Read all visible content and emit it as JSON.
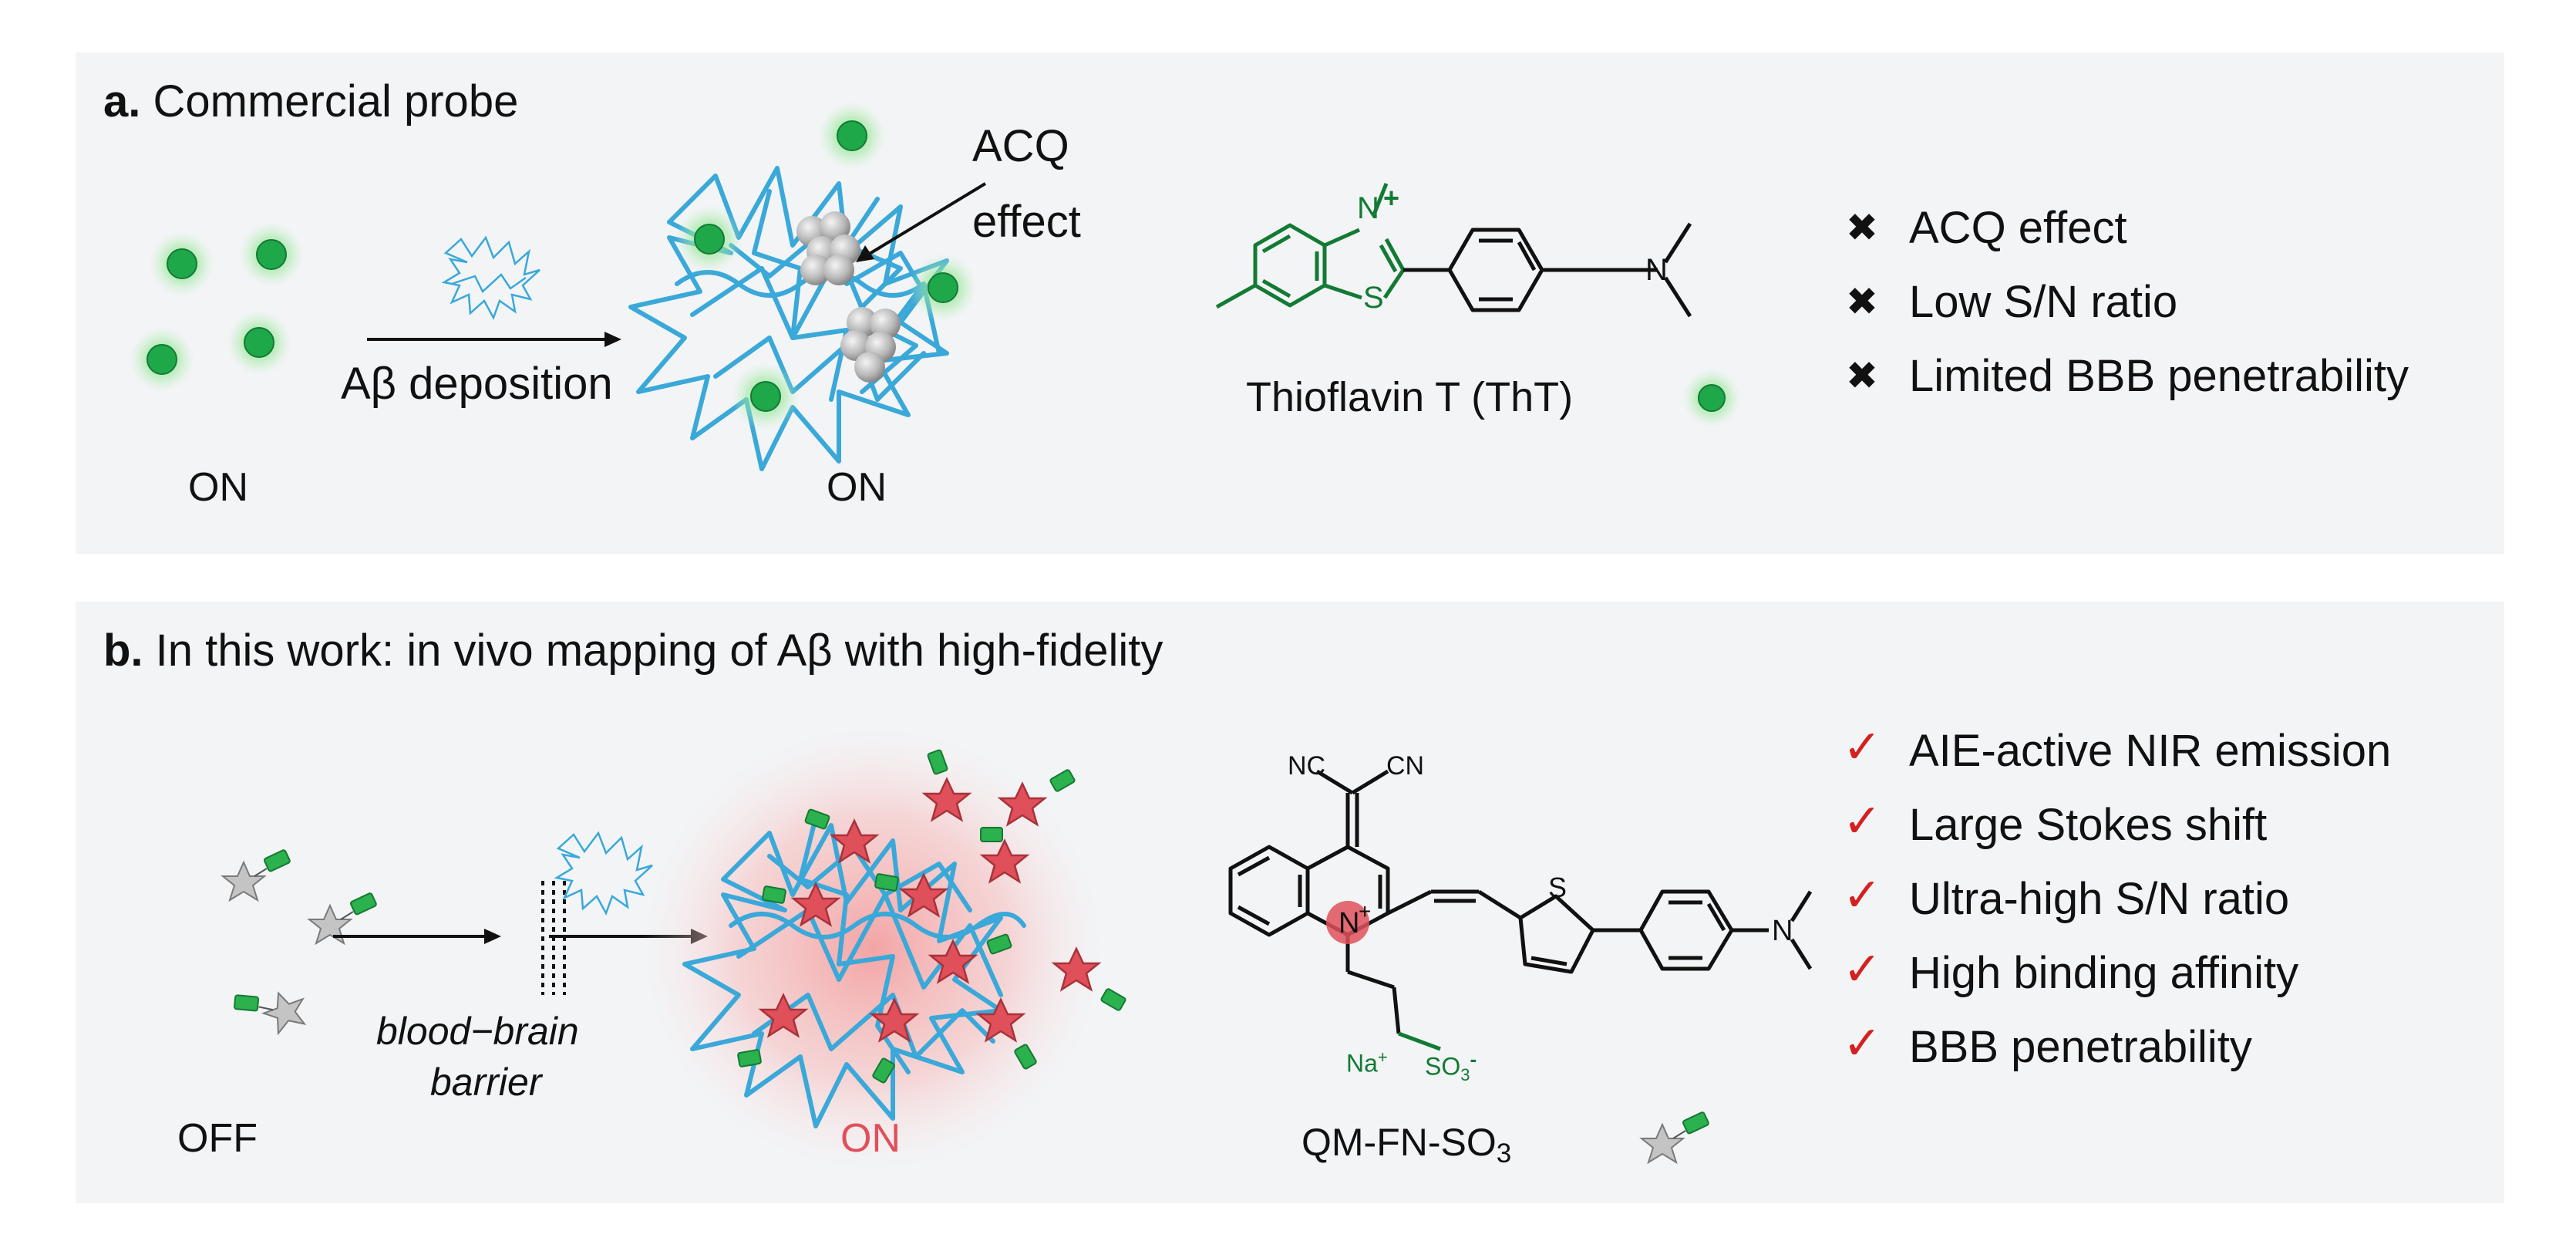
{
  "panel_a": {
    "letter": "a.",
    "title": "Commercial probe",
    "left_state": "ON",
    "arrow_label": "Aβ deposition",
    "right_state": "ON",
    "acq_line1": "ACQ",
    "acq_line2": "effect",
    "molecule_name": "Thioflavin T (ThT)",
    "atom_n": "N",
    "atom_plus": "+",
    "atom_s": "S",
    "features": [
      "ACQ effect",
      "Low S/N ratio",
      "Limited BBB penetrability"
    ],
    "feature_marker": "✖",
    "probe_color": "#1fa84a"
  },
  "panel_b": {
    "letter": "b.",
    "title": "In this work: in vivo mapping of Aβ with high-fidelity",
    "left_state": "OFF",
    "barrier_line1": "blood−brain",
    "barrier_line2": "barrier",
    "right_state": "ON",
    "molecule_name_main": "QM-FN-SO",
    "molecule_name_sub": "3",
    "atom_nc1": "NC",
    "atom_cn2": "CN",
    "atom_n": "N",
    "atom_n_plus": "+",
    "atom_s": "S",
    "atom_nme2": "N",
    "counter_ion": "Na",
    "counter_plus": "+",
    "sulfonate": "SO",
    "sulfonate_sub": "3",
    "sulfonate_minus": "-",
    "features": [
      "AIE-active NIR emission",
      "Large Stokes shift",
      "Ultra-high S/N ratio",
      "High binding affinity",
      "BBB penetrability"
    ],
    "feature_marker": "✓",
    "on_color": "#e0505a",
    "fiber_color": "#3aa8d8"
  }
}
